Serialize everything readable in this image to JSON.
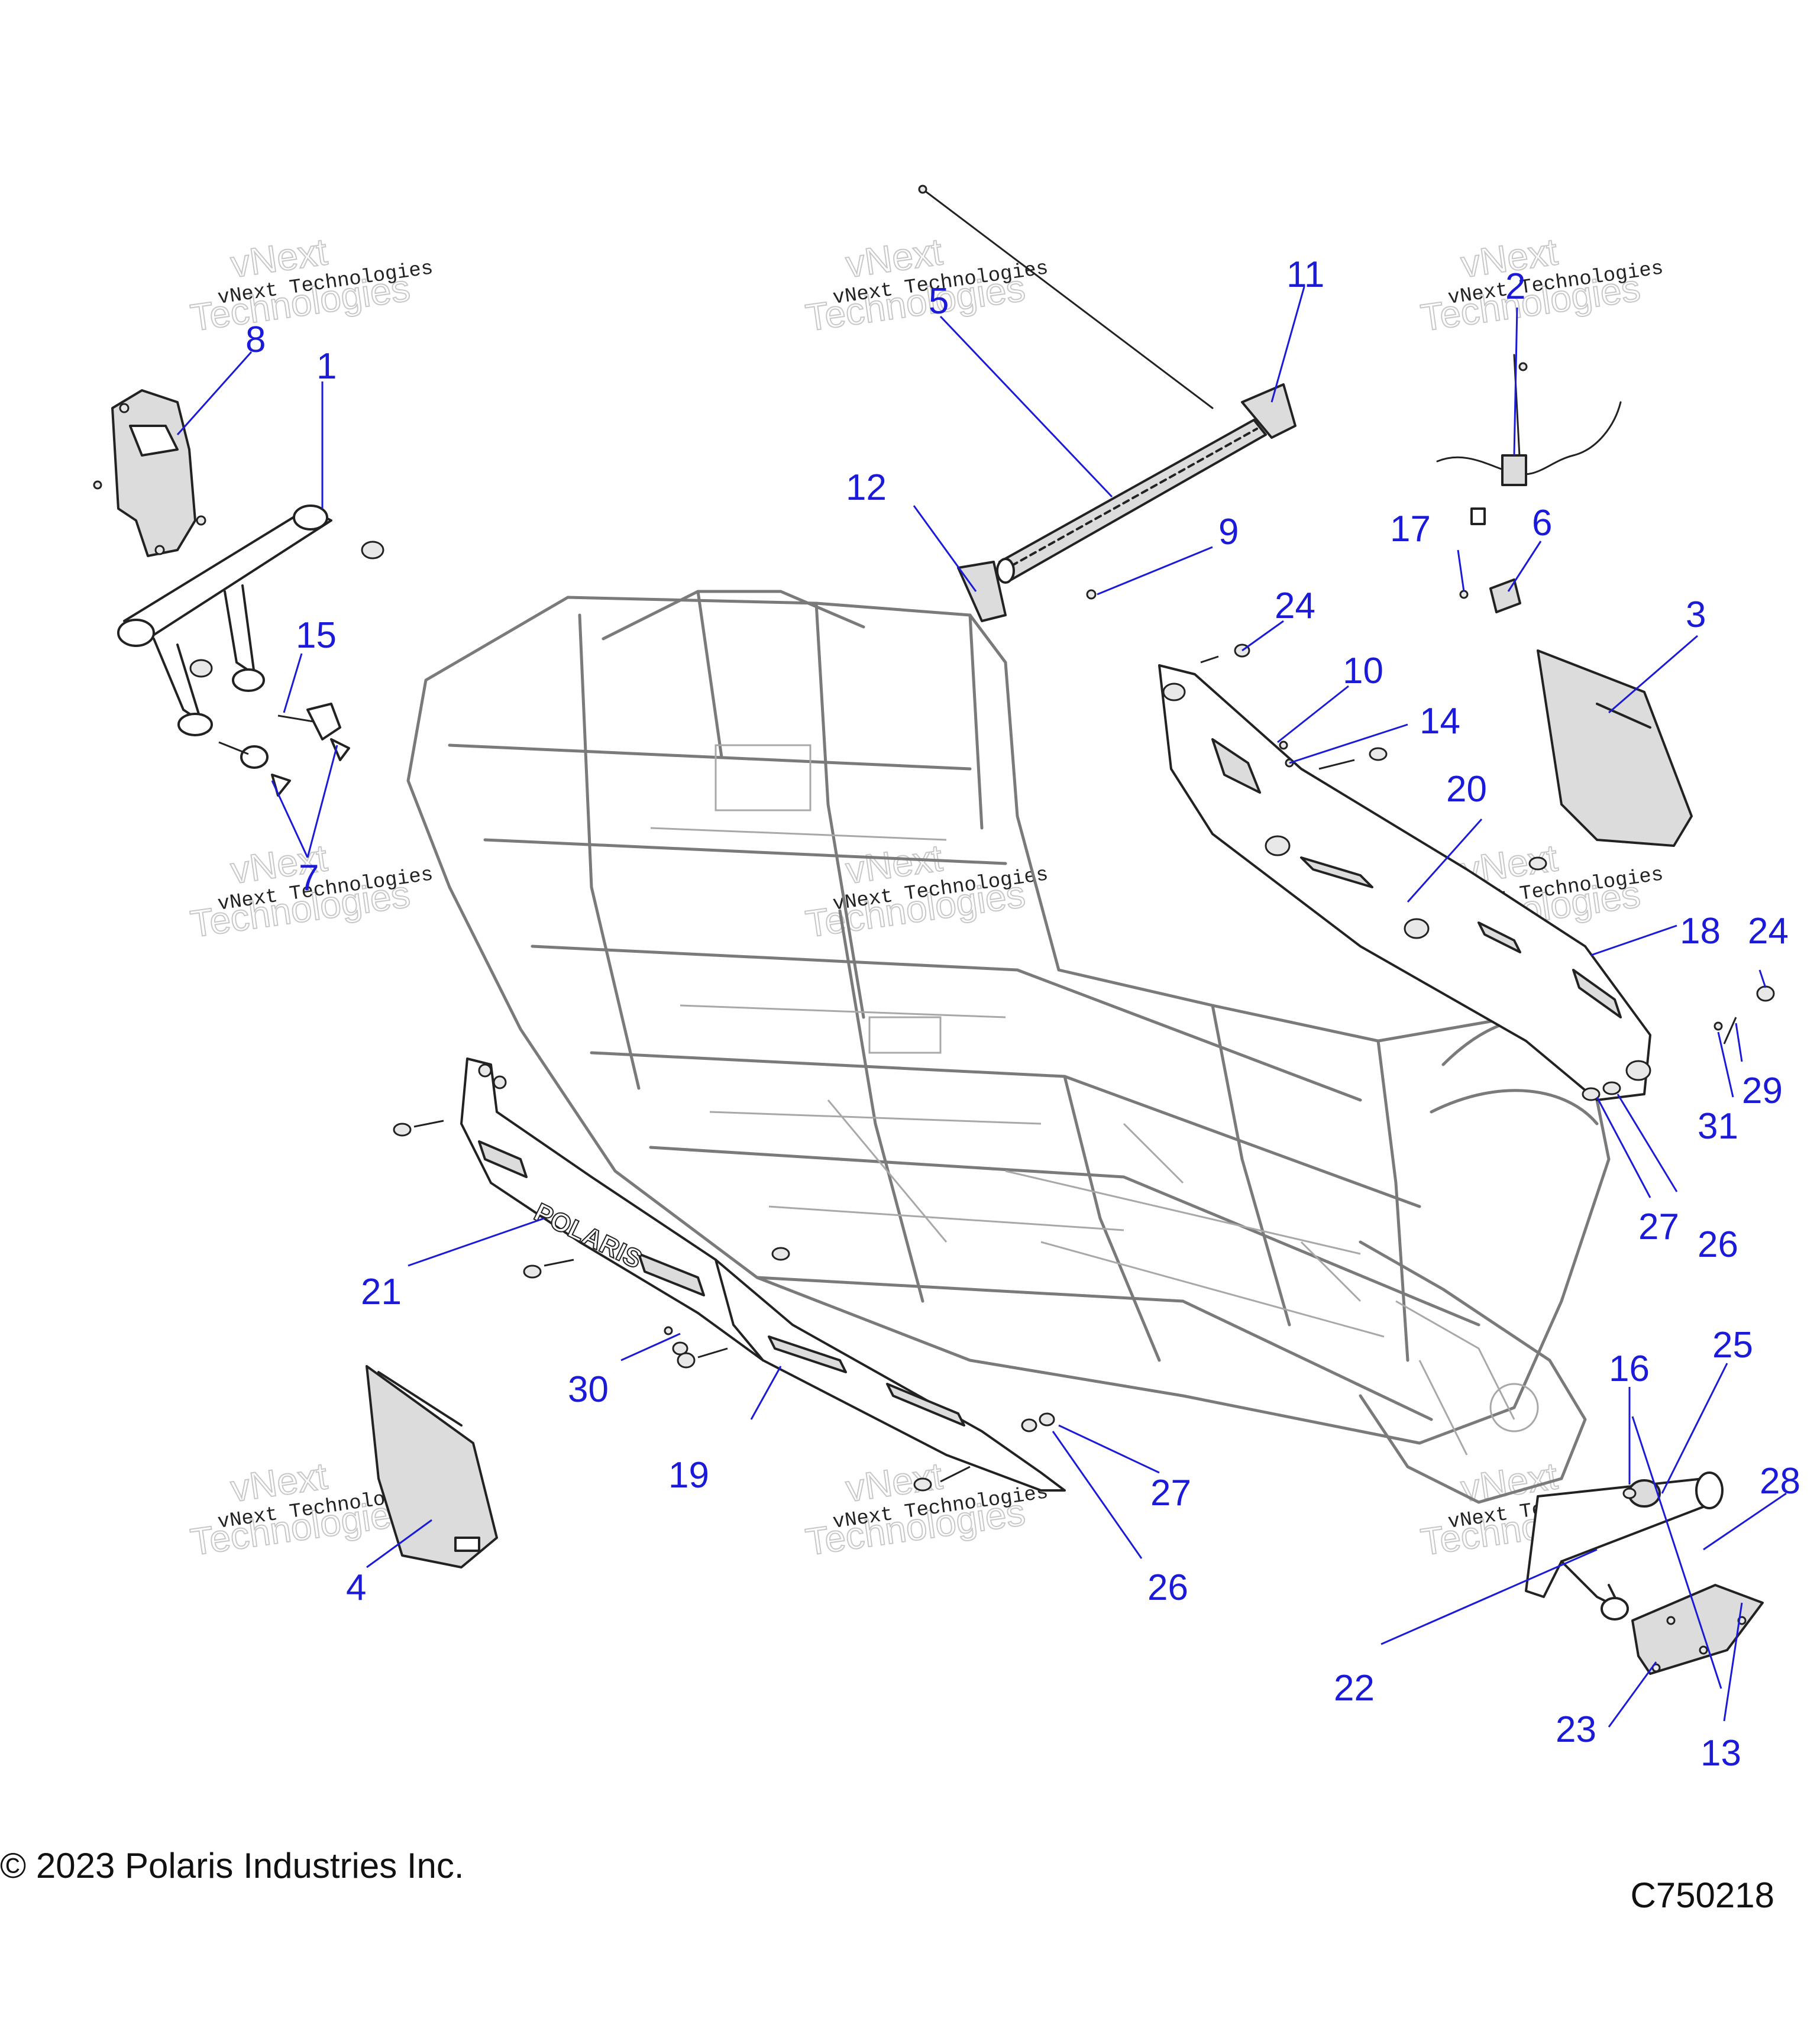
{
  "diagram": {
    "callouts": [
      "1",
      "2",
      "3",
      "4",
      "5",
      "6",
      "7",
      "8",
      "9",
      "10",
      "11",
      "12",
      "13",
      "14",
      "15",
      "16",
      "17",
      "18",
      "19",
      "20",
      "21",
      "22",
      "23",
      "24",
      "24",
      "25",
      "26",
      "26",
      "27",
      "27",
      "28",
      "29",
      "30",
      "31"
    ],
    "rocker_logo": "POLARIS",
    "watermark": {
      "line": "vNext Technologies",
      "big1": "vNext",
      "big2": "Technologies"
    }
  },
  "footer": {
    "copyright": "© 2023 Polaris Industries Inc.",
    "figure_id": "C750218"
  },
  "colors": {
    "callout": "#1a1ad8",
    "outline": "#222222",
    "frame": "#7a7a7a"
  }
}
